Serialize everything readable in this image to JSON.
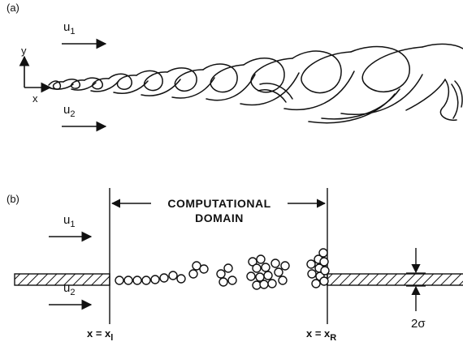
{
  "panel_a": {
    "label": "(a)",
    "u1": "u",
    "u1_sub": "1",
    "u2": "u",
    "u2_sub": "2",
    "axis_y": "y",
    "axis_x": "x"
  },
  "panel_b": {
    "label": "(b)",
    "u1": "u",
    "u1_sub": "1",
    "u2": "u",
    "u2_sub": "2",
    "domain_line1": "COMPUTATIONAL",
    "domain_line2": "DOMAIN",
    "xl_prefix": "x = x",
    "xl_sub": "l",
    "xr_prefix": "x = x",
    "xr_sub": "R",
    "thickness": "2σ"
  }
}
